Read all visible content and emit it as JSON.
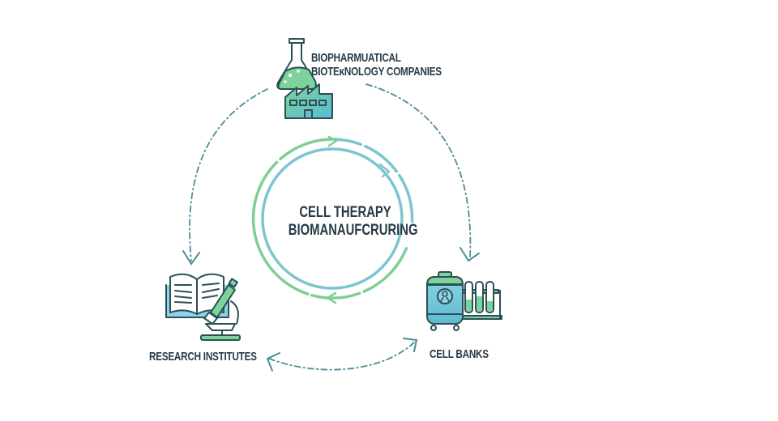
{
  "diagram": {
    "center": {
      "line1": "CELL THERAPY",
      "line2": "BIOMANAUFCRURING",
      "icon": "cycle-arrows-icon"
    },
    "nodes": [
      {
        "id": "biopharma",
        "line1": "BIOPHARMUATICAL",
        "line2": "BIOTEᴋNOLOGY COMPANIES",
        "icon": "flask-factory-icon"
      },
      {
        "id": "research",
        "line1": "RESEARCH INSTITUTES",
        "icon": "book-microscope-icon"
      },
      {
        "id": "cellbanks",
        "line1": "CELL BANKS",
        "icon": "cryo-tank-test-tubes-icon"
      }
    ],
    "connections": [
      {
        "from": "biopharma",
        "to": "research",
        "style": "dash-dot",
        "direction": "one-way"
      },
      {
        "from": "biopharma",
        "to": "cellbanks",
        "style": "dash-dot",
        "direction": "one-way"
      },
      {
        "from": "research",
        "to": "cellbanks",
        "style": "dash-dot",
        "direction": "two-way"
      }
    ],
    "colors": {
      "text": "#263a48",
      "teal": "#4e8c96",
      "ring_green": "#7fcf93",
      "ring_blue": "#7cc6cf",
      "icon_green": "#7dd49a",
      "icon_blue": "#6cc2d6",
      "outline": "#2d4f56"
    }
  }
}
